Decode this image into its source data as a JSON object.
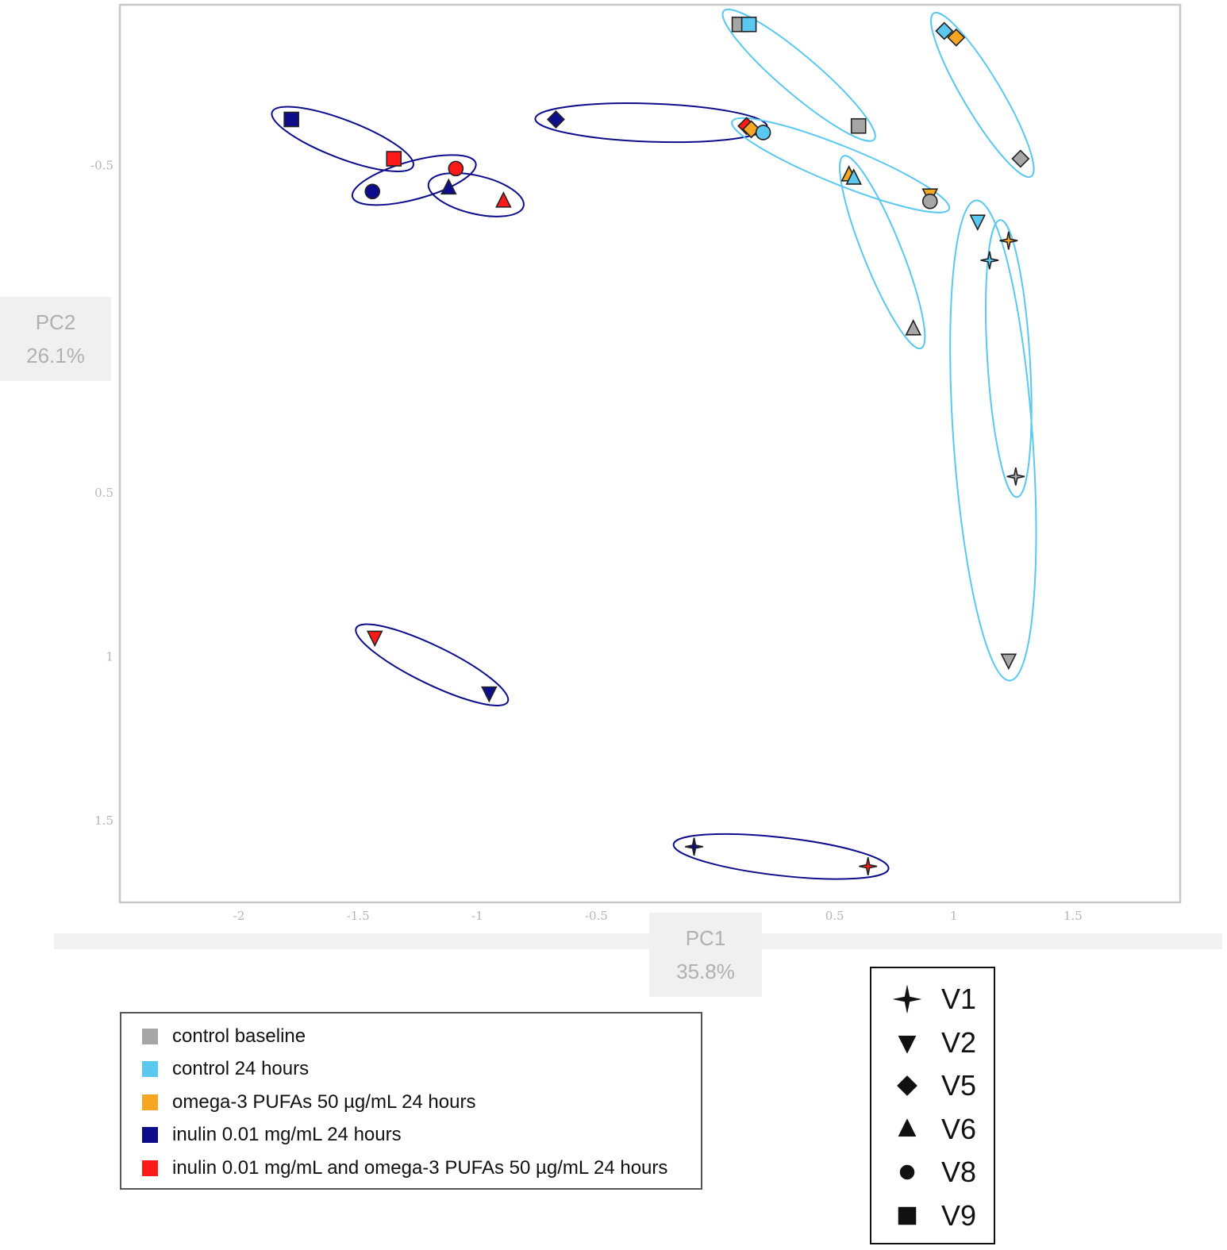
{
  "chart_data": {
    "type": "scatter",
    "title": "",
    "xlabel": "PC1",
    "xlabel_pct": "35.8%",
    "ylabel": "PC2",
    "ylabel_pct": "26.1%",
    "xlim": [
      -2.5,
      1.95
    ],
    "ylim": [
      -0.99,
      1.75
    ],
    "y_inverted": true,
    "grid": false,
    "x_ticks": [
      "-2",
      "-1.5",
      "-1",
      "-0.5",
      "0.5",
      "1",
      "1.5"
    ],
    "x_tick_values": [
      -2,
      -1.5,
      -1,
      -0.5,
      0.5,
      1,
      1.5
    ],
    "y_ticks": [
      "-0.5",
      "0.5",
      "1",
      "1.5"
    ],
    "y_tick_values": [
      -0.5,
      0.5,
      1,
      1.5
    ],
    "groups": [
      {
        "key": "baseline",
        "name": "control baseline",
        "color": "#a6a6a6"
      },
      {
        "key": "c24",
        "name": "control 24 hours",
        "color": "#5bc8f0"
      },
      {
        "key": "omega",
        "name": "omega-3 PUFAs 50 µg/mL 24 hours",
        "color": "#f5a623"
      },
      {
        "key": "inulin",
        "name": "inulin 0.01 mg/mL 24 hours",
        "color": "#0d0d8c"
      },
      {
        "key": "combo",
        "name": "inulin 0.01 mg/mL and omega-3 PUFAs 50 µg/mL 24 hours",
        "color": "#ff1a1a"
      }
    ],
    "shapes": [
      {
        "key": "star",
        "name": "V1"
      },
      {
        "key": "tri-down",
        "name": "V2"
      },
      {
        "key": "diamond",
        "name": "V5"
      },
      {
        "key": "tri-up",
        "name": "V6"
      },
      {
        "key": "circle",
        "name": "V8"
      },
      {
        "key": "square",
        "name": "V9"
      }
    ],
    "points": [
      {
        "group": "inulin",
        "shape": "square",
        "x": -1.78,
        "y": -0.64
      },
      {
        "group": "combo",
        "shape": "square",
        "x": -1.35,
        "y": -0.52
      },
      {
        "group": "inulin",
        "shape": "circle",
        "x": -1.44,
        "y": -0.42
      },
      {
        "group": "combo",
        "shape": "circle",
        "x": -1.09,
        "y": -0.49
      },
      {
        "group": "inulin",
        "shape": "tri-up",
        "x": -1.12,
        "y": -0.43
      },
      {
        "group": "combo",
        "shape": "tri-up",
        "x": -0.89,
        "y": -0.39
      },
      {
        "group": "inulin",
        "shape": "diamond",
        "x": -0.67,
        "y": -0.64
      },
      {
        "group": "combo",
        "shape": "diamond",
        "x": 0.13,
        "y": -0.62
      },
      {
        "group": "omega",
        "shape": "diamond",
        "x": 0.15,
        "y": -0.61
      },
      {
        "group": "c24",
        "shape": "circle",
        "x": 0.2,
        "y": -0.6
      },
      {
        "group": "baseline",
        "shape": "square",
        "x": 0.1,
        "y": -0.93
      },
      {
        "group": "c24",
        "shape": "square",
        "x": 0.14,
        "y": -0.93
      },
      {
        "group": "baseline",
        "shape": "square",
        "x": 0.6,
        "y": -0.62
      },
      {
        "group": "c24",
        "shape": "diamond",
        "x": 0.96,
        "y": -0.91
      },
      {
        "group": "omega",
        "shape": "diamond",
        "x": 1.01,
        "y": -0.89
      },
      {
        "group": "baseline",
        "shape": "diamond",
        "x": 1.28,
        "y": -0.52
      },
      {
        "group": "omega",
        "shape": "tri-up",
        "x": 0.56,
        "y": -0.47
      },
      {
        "group": "c24",
        "shape": "tri-up",
        "x": 0.58,
        "y": -0.46
      },
      {
        "group": "baseline",
        "shape": "tri-up",
        "x": 0.83,
        "y": 0.0
      },
      {
        "group": "omega",
        "shape": "tri-down",
        "x": 0.9,
        "y": -0.41
      },
      {
        "group": "baseline",
        "shape": "circle",
        "x": 0.9,
        "y": -0.39
      },
      {
        "group": "c24",
        "shape": "tri-down",
        "x": 1.1,
        "y": -0.33
      },
      {
        "group": "c24",
        "shape": "star",
        "x": 1.15,
        "y": -0.21
      },
      {
        "group": "omega",
        "shape": "star",
        "x": 1.23,
        "y": -0.27
      },
      {
        "group": "baseline",
        "shape": "star",
        "x": 1.26,
        "y": 0.45
      },
      {
        "group": "baseline",
        "shape": "tri-down",
        "x": 1.23,
        "y": 1.01
      },
      {
        "group": "combo",
        "shape": "tri-down",
        "x": -1.43,
        "y": 0.94
      },
      {
        "group": "inulin",
        "shape": "tri-down",
        "x": -0.95,
        "y": 1.11
      },
      {
        "group": "inulin",
        "shape": "star",
        "x": -0.09,
        "y": 1.58
      },
      {
        "group": "combo",
        "shape": "star",
        "x": 0.64,
        "y": 1.64
      }
    ],
    "ellipses": [
      {
        "color": "inulin",
        "x1": -1.78,
        "y1": -0.64,
        "x2": -1.35,
        "y2": -0.52
      },
      {
        "color": "inulin",
        "x1": -1.44,
        "y1": -0.42,
        "x2": -1.09,
        "y2": -0.49
      },
      {
        "color": "inulin",
        "x1": -1.12,
        "y1": -0.43,
        "x2": -0.89,
        "y2": -0.39
      },
      {
        "color": "inulin",
        "x1": -0.67,
        "y1": -0.64,
        "x2": 0.13,
        "y2": -0.62
      },
      {
        "color": "inulin",
        "x1": -1.43,
        "y1": 0.94,
        "x2": -0.95,
        "y2": 1.11
      },
      {
        "color": "inulin",
        "x1": -0.09,
        "y1": 1.58,
        "x2": 0.64,
        "y2": 1.64
      },
      {
        "color": "c24",
        "x1": 0.1,
        "y1": -0.93,
        "x2": 0.6,
        "y2": -0.62
      },
      {
        "color": "c24",
        "x1": 0.96,
        "y1": -0.91,
        "x2": 1.28,
        "y2": -0.52
      },
      {
        "color": "c24",
        "x1": 0.15,
        "y1": -0.61,
        "x2": 0.9,
        "y2": -0.39
      },
      {
        "color": "c24",
        "x1": 0.57,
        "y1": -0.47,
        "x2": 0.83,
        "y2": 0.0
      },
      {
        "color": "c24",
        "x1": 1.1,
        "y1": -0.33,
        "x2": 1.23,
        "y2": 1.01
      },
      {
        "color": "c24",
        "x1": 1.2,
        "y1": -0.27,
        "x2": 1.26,
        "y2": 0.45
      }
    ]
  }
}
